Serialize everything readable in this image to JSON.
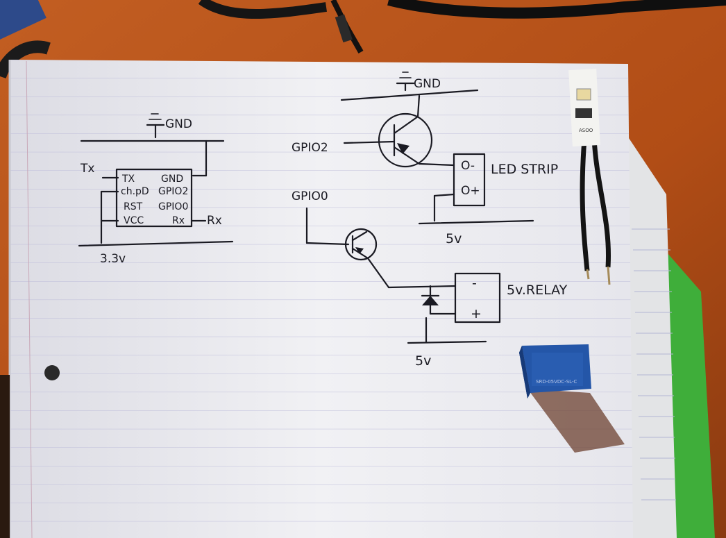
{
  "esp_module": {
    "gnd_label": "GND",
    "pins_left": [
      "TX",
      "ch.pD",
      "RST",
      "VCC"
    ],
    "pins_right": [
      "GND",
      "GPIO2",
      "GPIO0",
      "Rx"
    ],
    "tx_label": "Tx",
    "rx_label": "Rx",
    "supply_label": "3.3v"
  },
  "led_circuit": {
    "gnd_label": "GND",
    "input_label": "GPIO2",
    "strip_pins": [
      "O-",
      "O+"
    ],
    "strip_label": "LED STRIP",
    "supply_label": "5v"
  },
  "relay_circuit": {
    "input_label": "GPIO0",
    "relay_pins": [
      "-",
      "+"
    ],
    "relay_label": "5v.RELAY",
    "supply_label": "5v"
  },
  "photo_objects": {
    "relay_print": [
      "SRD-05VDC-SL-C"
    ],
    "led_board_print": "ASOO"
  },
  "colors": {
    "desk": "#b8521a",
    "paper": "#eeeef2",
    "rule_line": "#b9b8d8",
    "ink": "#1a1a22",
    "relay_blue": "#2456a8",
    "green_sheet": "#3fae3a"
  }
}
